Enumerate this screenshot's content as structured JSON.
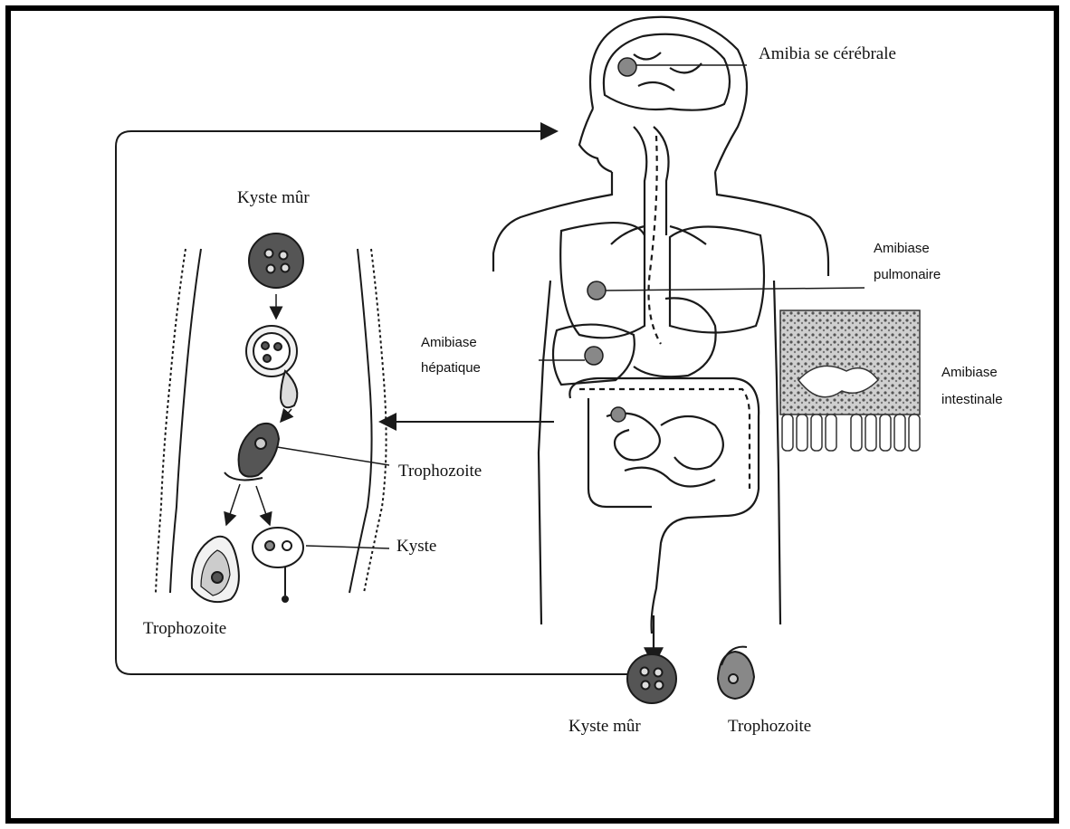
{
  "labels": {
    "amibiase_cerebrale": "Amibia se cérébrale",
    "amibiase_pulmonaire_1": "Amibiase",
    "amibiase_pulmonaire_2": "pulmonaire",
    "amibiase_hepatique_1": "Amibiase",
    "amibiase_hepatique_2": "hépatique",
    "amibiase_intestinale_1": "Amibiase",
    "amibiase_intestinale_2": "intestinale",
    "kyste_mur_top": "Kyste mûr",
    "trophozoite_mid": "Trophozoite",
    "kyste_mid": "Kyste",
    "trophozoite_left": "Trophozoite",
    "kyste_mur_bottom": "Kyste mûr",
    "trophozoite_bottom": "Trophozoite"
  },
  "colors": {
    "frame": "#000000",
    "line": "#1a1a1a",
    "cell_dark": "#555555",
    "cell_light": "#f2f2f2",
    "tissue": "#8a8a8a"
  }
}
